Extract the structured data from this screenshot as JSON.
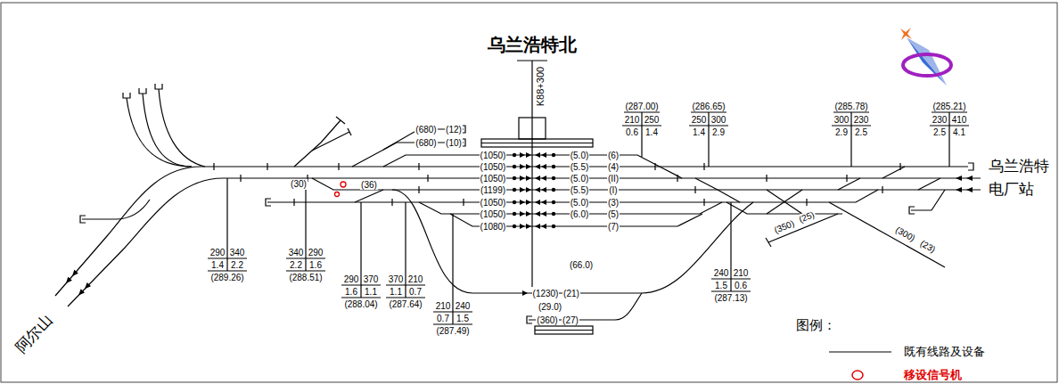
{
  "diagram": {
    "title": "乌兰浩特北",
    "labels": [
      "K88+300",
      "(680)",
      "(12)",
      "(680)",
      "(10)",
      "(1050)",
      "(5.0)",
      "(6)",
      "(1050)",
      "(5.5)",
      "(4)",
      "(1050)",
      "(5.0)",
      "(II)",
      "(1199)",
      "(5.5)",
      "(I)",
      "(1050)",
      "(5.0)",
      "(3)",
      "(1050)",
      "(6.0)",
      "(5)",
      "(1080)",
      "(7)",
      "(66.0)",
      "(1230)",
      "(21)",
      "(29.0)",
      "(360)",
      "(27)",
      "(30)",
      "(36)",
      "(350)",
      "(25)",
      "(300)",
      "(23)",
      "(287.00)",
      "210",
      "250",
      "0.6",
      "1.4",
      "(286.65)",
      "250",
      "300",
      "1.4",
      "2.9",
      "(285.78)",
      "300",
      "230",
      "2.9",
      "2.5",
      "(285.21)",
      "230",
      "410",
      "2.5",
      "4.1",
      "290",
      "340",
      "1.4",
      "2.2",
      "(289.26)",
      "340",
      "290",
      "2.2",
      "1.6",
      "(288.51)",
      "290",
      "370",
      "1.6",
      "1.1",
      "(288.04)",
      "370",
      "210",
      "1.1",
      "0.7",
      "(287.64)",
      "210",
      "240",
      "0.7",
      "1.5",
      "(287.49)",
      "240",
      "210",
      "1.5",
      "0.6",
      "(287.13)",
      "乌兰浩特",
      "电厂站",
      "阿尔山",
      "图例："
    ],
    "legend": [
      {
        "text": "既有线路及设备"
      },
      {
        "text": "移设信号机"
      }
    ]
  }
}
